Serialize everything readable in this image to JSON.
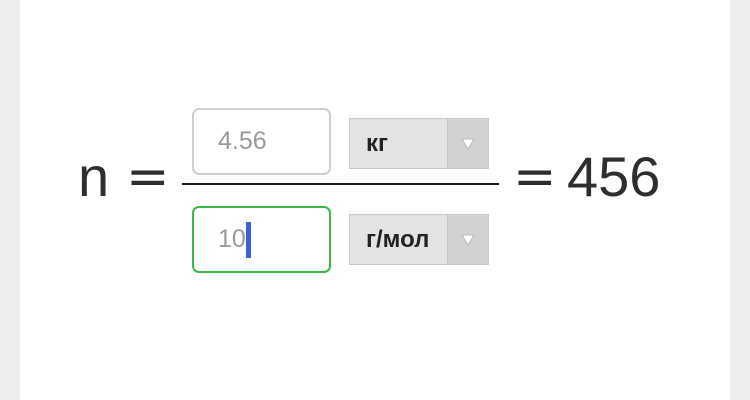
{
  "formula": {
    "variable": "n",
    "equals_left": "=",
    "equals_right": "=",
    "result": "456"
  },
  "numerator": {
    "mass_value": "4.56",
    "mass_unit": "кг"
  },
  "denominator": {
    "molar_mass_value": "10",
    "molar_mass_unit": "г/мол"
  },
  "icons": {
    "dropdown": "triangle-down-icon"
  },
  "colors": {
    "active_border": "#3cb54a",
    "caret": "#3d62d8"
  }
}
